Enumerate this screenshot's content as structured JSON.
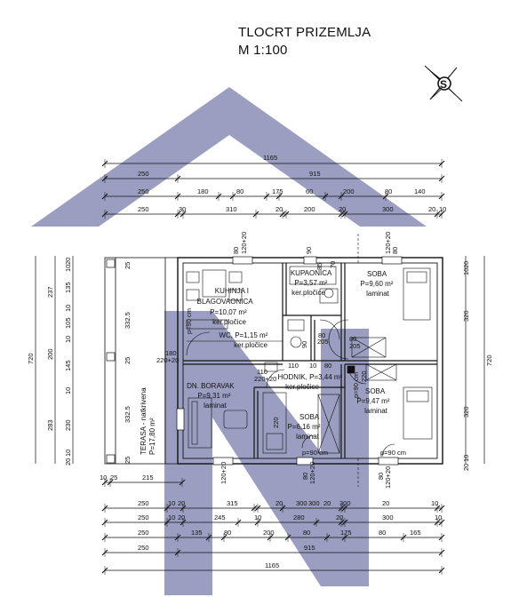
{
  "header": {
    "title": "TLOCRT PRIZEMLJA",
    "scale": "M 1:100"
  },
  "rooms": [
    {
      "id": "kuhinja",
      "lines": [
        "KUHINJA I",
        "BLAGOVAONICA",
        "P=10,07 m²",
        "ker.pločice"
      ]
    },
    {
      "id": "kupaonica",
      "lines": [
        "KUPAONICA",
        "P=3,57 m²",
        "ker.pločice"
      ]
    },
    {
      "id": "soba1",
      "lines": [
        "SOBA",
        "P=9,60 m²",
        "laminat"
      ]
    },
    {
      "id": "wc",
      "lines": [
        "WC, P=1,15 m²",
        "ker.pločice"
      ]
    },
    {
      "id": "hodnik",
      "lines": [
        "HODNIK, P=3,44 m²",
        "ker.pločice"
      ]
    },
    {
      "id": "boravak",
      "lines": [
        "DN. BORAVAK",
        "P=9,31 m²",
        "laminat"
      ]
    },
    {
      "id": "soba2",
      "lines": [
        "SOBA",
        "P=6,16 m²",
        "laminat"
      ]
    },
    {
      "id": "soba3",
      "lines": [
        "SOBA",
        "P=9,47 m²",
        "laminat"
      ]
    },
    {
      "id": "terasa",
      "lines": [
        "TERASA - natkrivena",
        "P=17,80 m²"
      ]
    }
  ],
  "top_dims": {
    "row1": [
      "1165"
    ],
    "row2": [
      "250",
      "915"
    ],
    "row3": [
      "250",
      "180",
      "80",
      "175",
      "60",
      "200",
      "80",
      "140"
    ],
    "row4": [
      "250",
      "30",
      "310",
      "20",
      "200",
      "20",
      "300",
      "20",
      "10"
    ]
  },
  "bottom_dims": {
    "row0": [
      "10",
      "25",
      "215"
    ],
    "row1": [
      "250",
      "10",
      "20",
      "315",
      "20",
      "300",
      "300",
      "20",
      "300",
      "20",
      "10"
    ],
    "row2": [
      "250",
      "10",
      "20",
      "245",
      "10",
      "280",
      "20",
      "300",
      "10"
    ],
    "row3": [
      "250",
      "135",
      "80",
      "200",
      "80",
      "175",
      "80",
      "165"
    ],
    "row4": [
      "250",
      "915"
    ],
    "row5": [
      "1165"
    ]
  },
  "left_dims": {
    "outer": [
      "720"
    ],
    "mid": [
      "237",
      "200",
      "283"
    ],
    "inner": [
      "20",
      "10",
      "135",
      "10",
      "105",
      "10",
      "145",
      "10",
      "230",
      "10",
      "20"
    ]
  },
  "right_dims": {
    "outer": [
      "720"
    ],
    "inner": [
      "20",
      "10",
      "320",
      "320",
      "10",
      "20"
    ]
  },
  "inner_dims": [
    "332.5",
    "332.5",
    "25",
    "25",
    "25",
    "180",
    "220+20",
    "110",
    "220+20",
    "110",
    "10",
    "80",
    "220",
    "90",
    "80",
    "205",
    "80",
    "205",
    "85",
    "70",
    "220"
  ],
  "window_labels": [
    "80",
    "120+20",
    "90",
    "120+20",
    "80",
    "120+20",
    "80",
    "120+20",
    "80",
    "120+20"
  ],
  "door_labels": [
    "p=90 cm",
    "p=90 cm",
    "p=90 cm",
    "p=90 cm"
  ],
  "compass_letter": "S",
  "watermark": {
    "color": "#7f83b0"
  },
  "colors": {
    "line": "#111111",
    "wall": "#222222",
    "bg": "#ffffff"
  }
}
